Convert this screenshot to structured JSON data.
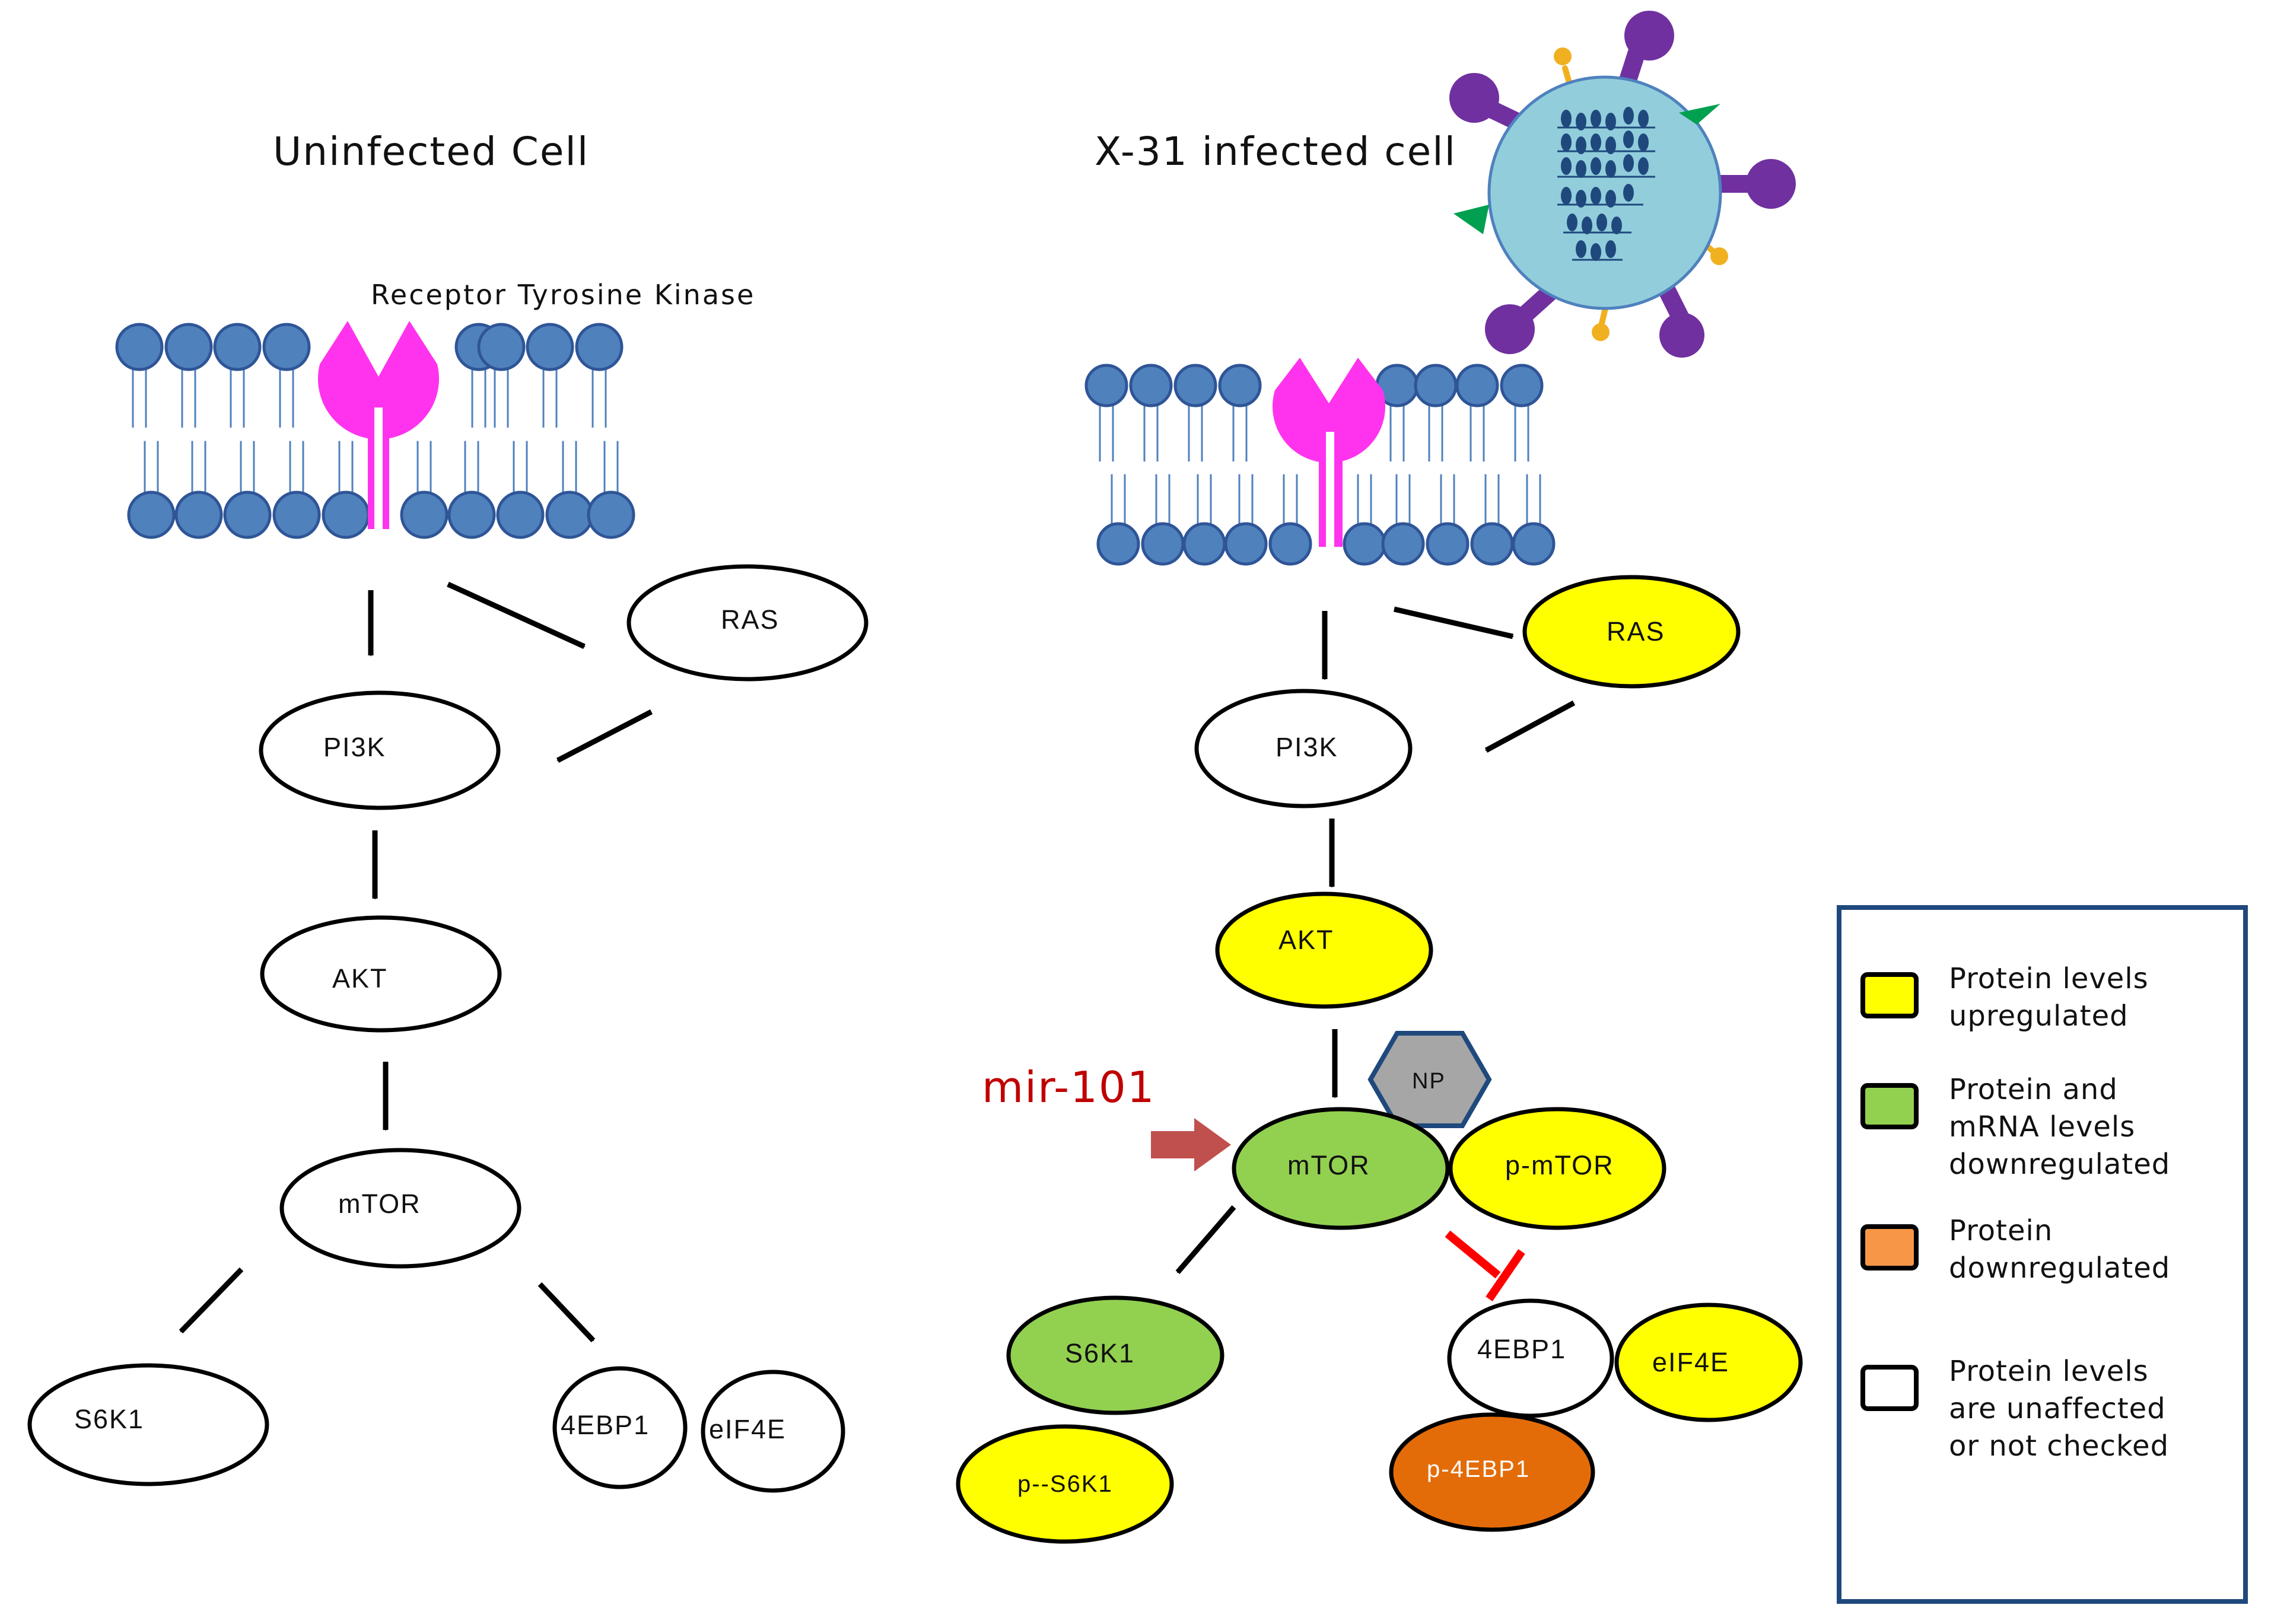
{
  "titles": {
    "uninfected": "Uninfected Cell",
    "infected": "X-31 infected cell",
    "receptor": "Receptor Tyrosine Kinase"
  },
  "colors": {
    "upregulated": "#ffff00",
    "downregulated_mrna": "#92d050",
    "downregulated_protein": "#e36c09",
    "unaffected": "#ffffff",
    "receptor": "#ff33ee",
    "lipid_head": "#4f81bd",
    "inhibitor": "#ff0000",
    "mir_arrow": "#c0504d",
    "virus_body": "#92cddc",
    "np": "#a6a6a6"
  },
  "uninfected": {
    "ras": "RAS",
    "pi3k": "PI3K",
    "akt": "AKT",
    "mtor": "mTOR",
    "s6k1": "S6K1",
    "ebp1": "4EBP1",
    "eif4e": "eIF4E"
  },
  "infected": {
    "ras": "RAS",
    "pi3k": "PI3K",
    "akt": "AKT",
    "np": "NP",
    "mir": "mir-101",
    "mtor": "mTOR",
    "pmtor": "p-mTOR",
    "s6k1": "S6K1",
    "ps6k1": "p--S6K1",
    "ebp1": "4EBP1",
    "eif4e": "eIF4E",
    "pebp1": "p-4EBP1"
  },
  "legend": {
    "items": [
      {
        "color": "#ffff00",
        "line1": "Protein levels",
        "line2": "upregulated",
        "line3": ""
      },
      {
        "color": "#92d050",
        "line1": "Protein and",
        "line2": "mRNA levels",
        "line3": "downregulated"
      },
      {
        "color": "#f79646",
        "line1": "Protein",
        "line2": "downregulated",
        "line3": ""
      },
      {
        "color": "#ffffff",
        "line1": "Protein levels",
        "line2": "are unaffected",
        "line3": "or not checked"
      }
    ]
  }
}
